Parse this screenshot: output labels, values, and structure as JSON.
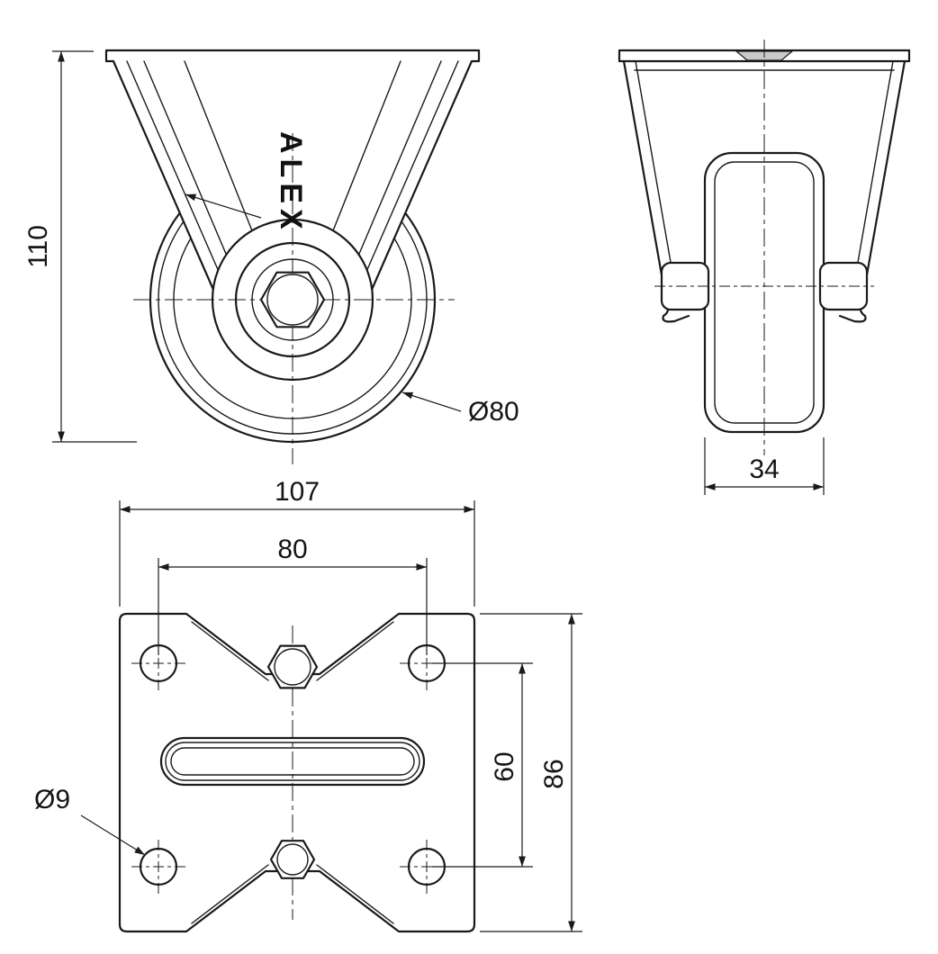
{
  "colors": {
    "background": "#ffffff",
    "ink": "#1a1a1a"
  },
  "drawing": {
    "brand": "ALEX",
    "front_view": {
      "height_dim": "110",
      "wheel_diameter_dim": "Ø80"
    },
    "side_view": {
      "wheel_width_dim": "34"
    },
    "plan_view": {
      "plate_width_dim": "107",
      "bolt_hole_spacing_width_dim": "80",
      "bolt_hole_spacing_height_dim": "60",
      "plate_height_dim": "86",
      "hole_diameter_dim": "Ø9"
    }
  }
}
